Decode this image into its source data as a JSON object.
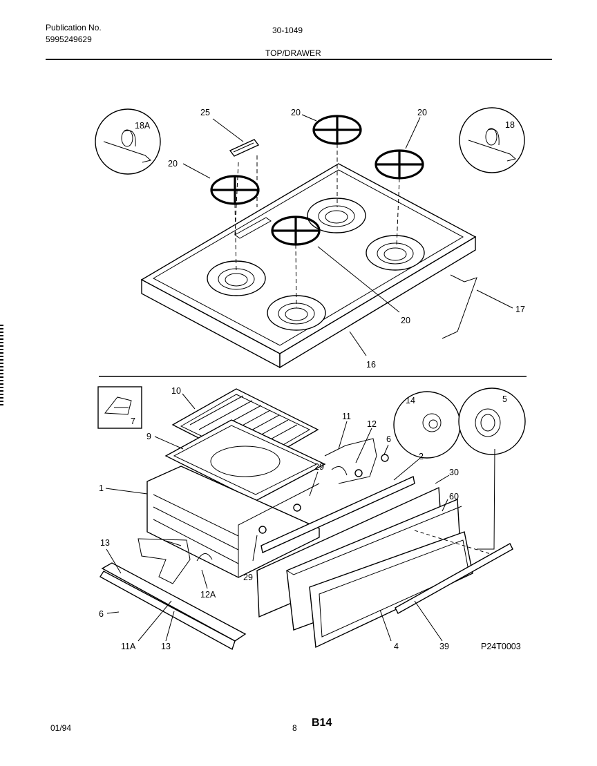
{
  "header": {
    "publication_label": "Publication No.",
    "publication_number": "5995249629",
    "document_code": "30-1049",
    "section_title": "TOP/DRAWER"
  },
  "footer": {
    "date": "01/94",
    "page": "8",
    "code": "B14"
  },
  "diagram_id": "P24T0003",
  "callouts": {
    "c18A": "18A",
    "c25": "25",
    "c20a": "20",
    "c20b": "20",
    "c20c": "20",
    "c20d": "20",
    "c18": "18",
    "c17": "17",
    "c16": "16",
    "c10": "10",
    "c9": "9",
    "c1": "1",
    "c7": "7",
    "c11": "11",
    "c12": "12",
    "c6a": "6",
    "c14": "14",
    "c5": "5",
    "c2": "2",
    "c30": "30",
    "c60": "60",
    "c29a": "29",
    "c29b": "29",
    "c13a": "13",
    "c13b": "13",
    "c12A": "12A",
    "c6b": "6",
    "c11A": "11A",
    "c4": "4",
    "c39": "39"
  }
}
